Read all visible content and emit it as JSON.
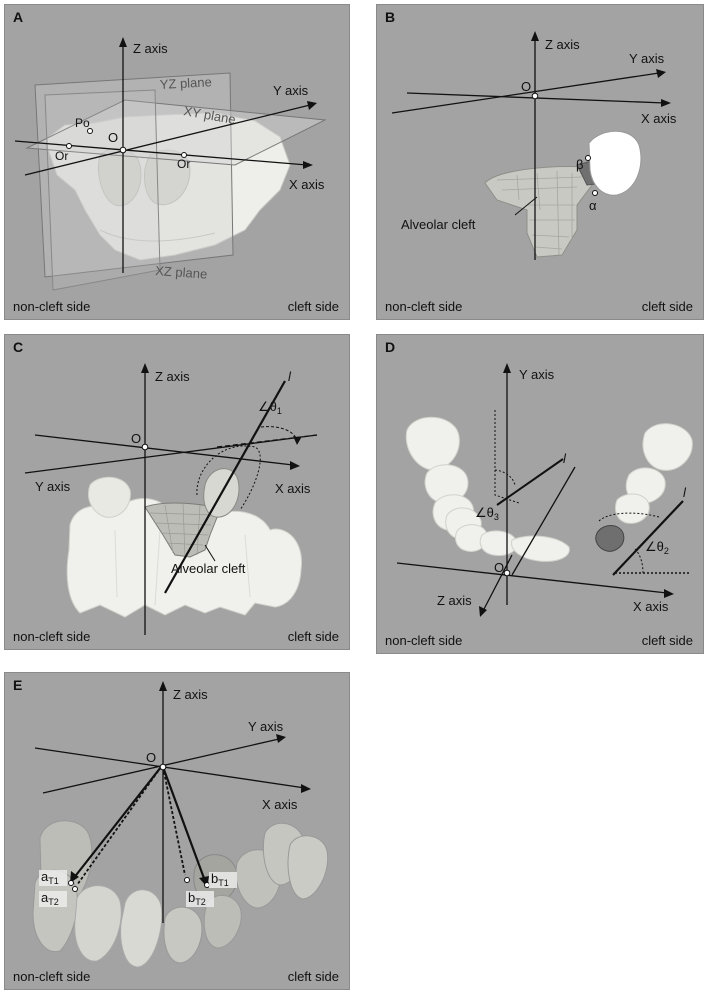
{
  "panels": [
    {
      "id": "A",
      "label": "A",
      "left_side": "non-cleft side",
      "right_side": "cleft side",
      "axes": {
        "z": "Z axis",
        "y": "Y axis",
        "x": "X axis",
        "origin": "O"
      },
      "planes": {
        "yz": "YZ plane",
        "xy": "XY plane",
        "xz": "XZ plane"
      },
      "landmarks": {
        "po": "Po",
        "or_left": "Or",
        "or_right": "Or"
      }
    },
    {
      "id": "B",
      "label": "B",
      "left_side": "non-cleft side",
      "right_side": "cleft side",
      "axes": {
        "z": "Z axis",
        "y": "Y axis",
        "x": "X axis",
        "origin": "O"
      },
      "annotations": {
        "cleft": "Alveolar cleft",
        "beta": "β",
        "alpha": "α"
      }
    },
    {
      "id": "C",
      "label": "C",
      "left_side": "non-cleft side",
      "right_side": "cleft side",
      "axes": {
        "z": "Z axis",
        "y": "Y axis",
        "x": "X axis",
        "origin": "O"
      },
      "annotations": {
        "line": "l",
        "angle": "∠θ",
        "angle_sub": "1",
        "cleft": "Alveolar cleft"
      }
    },
    {
      "id": "D",
      "label": "D",
      "left_side": "non-cleft side",
      "right_side": "cleft side",
      "axes": {
        "z": "Z axis",
        "y": "Y axis",
        "x": "X axis",
        "origin": "O"
      },
      "annotations": {
        "line1": "l",
        "line2": "l",
        "angle3": "∠θ",
        "angle3_sub": "3",
        "angle2": "∠θ",
        "angle2_sub": "2"
      }
    },
    {
      "id": "E",
      "label": "E",
      "left_side": "non-cleft side",
      "right_side": "cleft side",
      "axes": {
        "z": "Z axis",
        "y": "Y axis",
        "x": "X axis",
        "origin": "O"
      },
      "points": {
        "a": "a",
        "a1_sub": "T1",
        "a2_sub": "T2",
        "b": "b",
        "b1_sub": "T1",
        "b2_sub": "T2"
      }
    }
  ]
}
